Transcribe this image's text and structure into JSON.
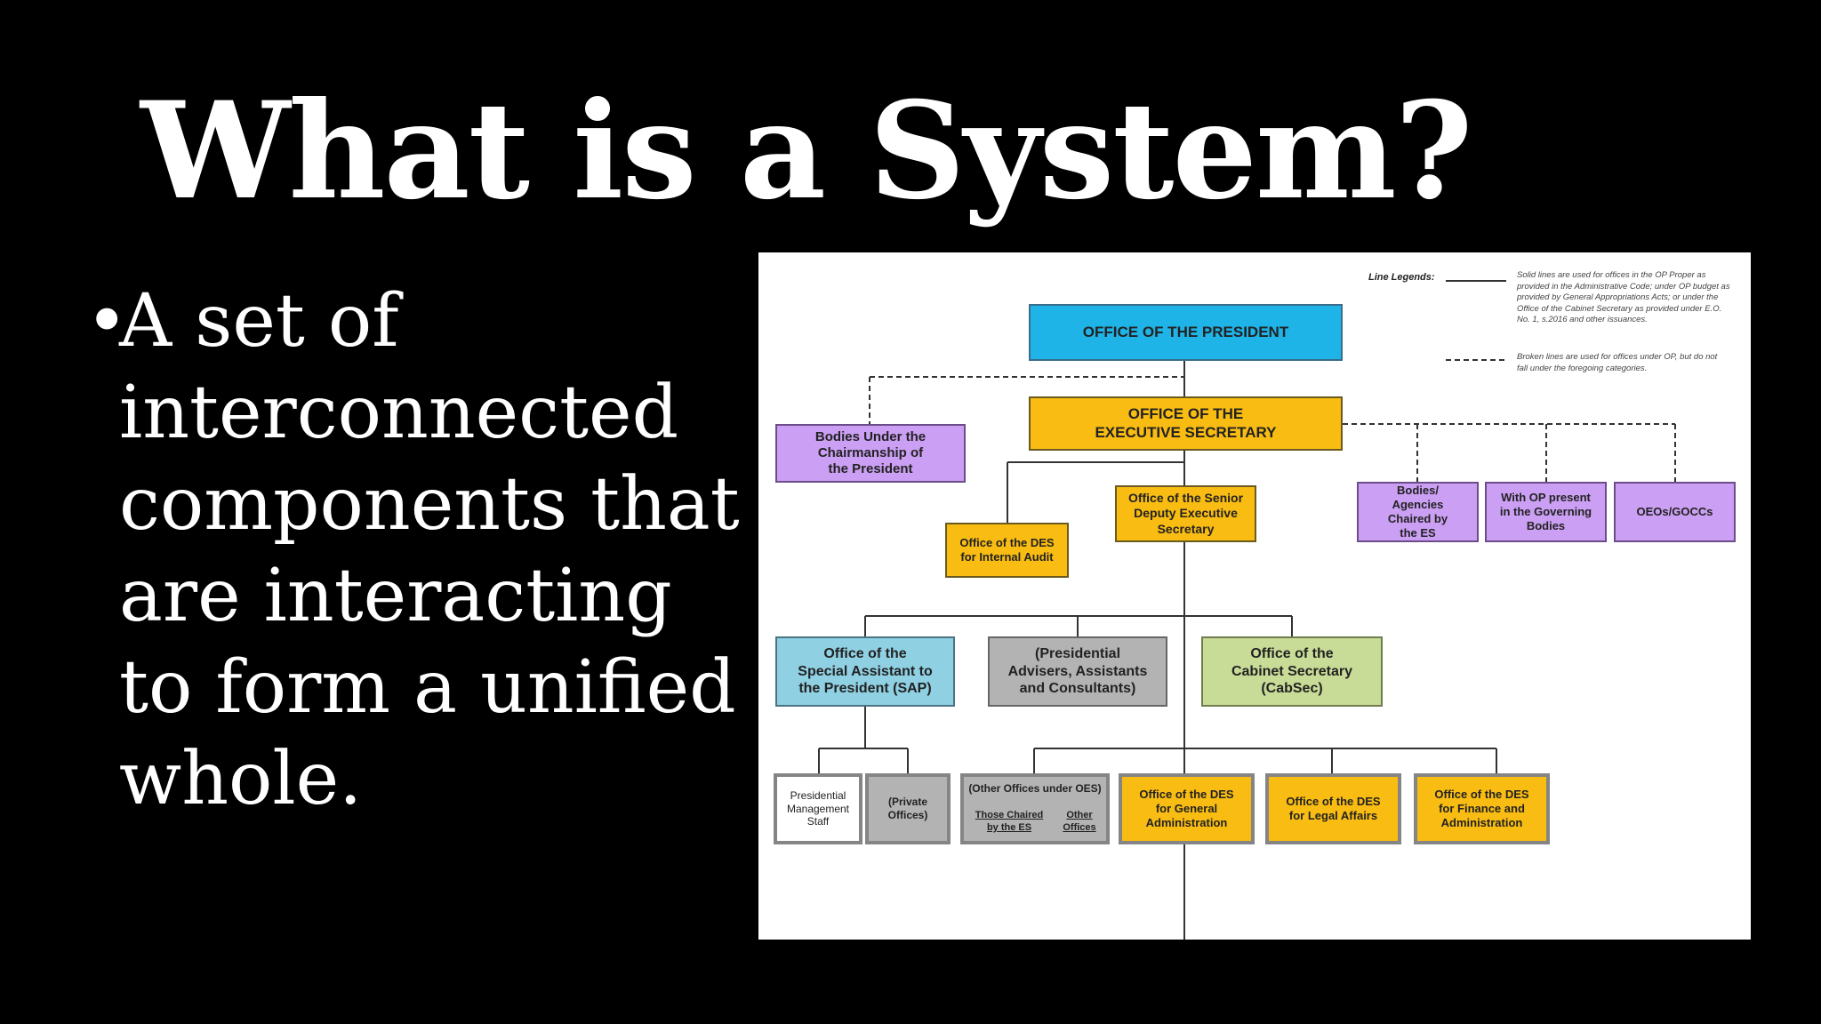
{
  "slide": {
    "title": "What is a System?",
    "bullet": "A set of interconnected components that are interacting to form a unified whole."
  },
  "chart": {
    "legend": {
      "title": "Line Legends:",
      "solid": "Solid lines are used for offices in the OP Proper as provided in the Administrative Code; under OP budget as provided by General Appropriations Acts; or under the Office of the Cabinet Secretary as provided under E.O. No. 1, s.2016 and other issuances.",
      "broken": "Broken lines are used for offices under OP, but do not fall under the foregoing categories."
    },
    "nodes": {
      "op": "OFFICE OF THE PRESIDENT",
      "oes": "OFFICE OF THE\nEXECUTIVE SECRETARY",
      "bodies_chair": "Bodies Under the\nChairmanship of\nthe President",
      "sdes": "Office of the Senior\nDeputy Executive\nSecretary",
      "des_audit": "Office of the DES\nfor Internal Audit",
      "bodies_es": "Bodies/\nAgencies\nChaired by\nthe ES",
      "op_governing": "With OP present\nin the Governing\nBodies",
      "oeos": "OEOs/GOCCs",
      "sap": "Office of the\nSpecial Assistant to\nthe President (SAP)",
      "advisers": "(Presidential\nAdvisers, Assistants\nand Consultants)",
      "cabsec": "Office of the\nCabinet Secretary\n(CabSec)",
      "pms": "Presidential\nManagement\nStaff",
      "private": "(Private\nOffices)",
      "other_oes": "(Other Offices under OES)",
      "chaired_es": "Those Chaired\nby the ES",
      "other_offices": "Other\nOffices",
      "des_ga": "Office of the DES\nfor General\nAdministration",
      "des_legal": "Office of the DES\nfor Legal Affairs",
      "des_fin": "Office of the DES\nfor Finance and\nAdministration"
    },
    "colors": {
      "blue": "#1fb4e8",
      "gold": "#f9bc12",
      "purple": "#cb9ff3",
      "light_blue": "#8fd0e3",
      "gray": "#b3b3b3",
      "green": "#c9dc97"
    }
  }
}
